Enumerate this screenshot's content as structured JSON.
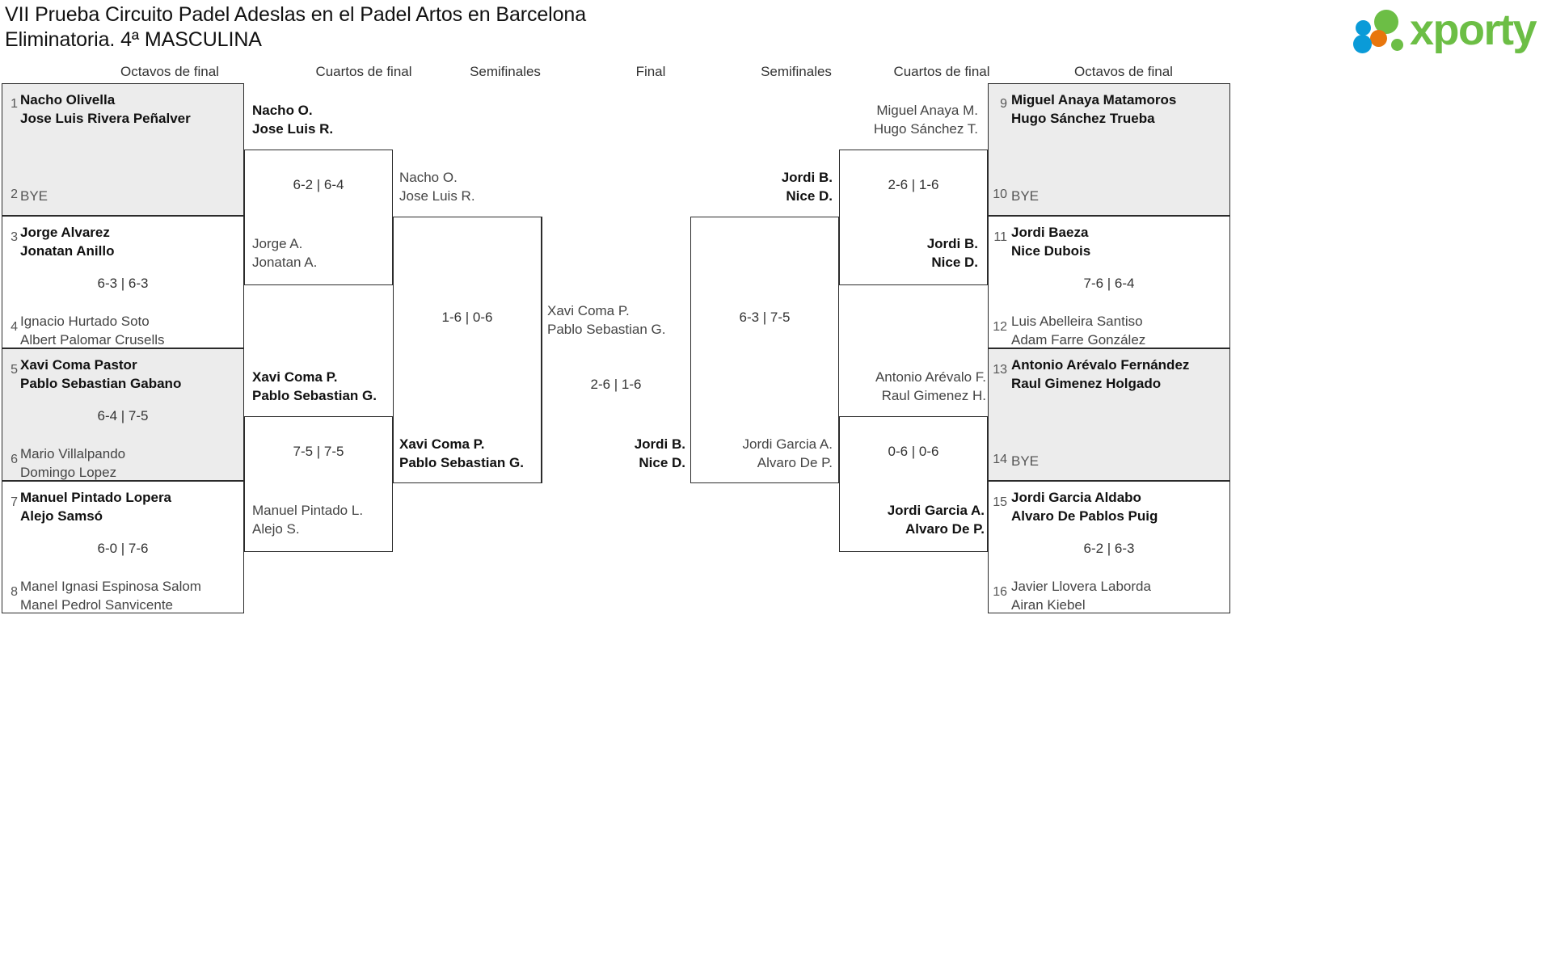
{
  "header": {
    "title_line1": "VII Prueba Circuito Padel Adeslas en el Padel Artos en Barcelona",
    "title_line2": "Eliminatoria. 4ª MASCULINA",
    "logo_text": "xporty",
    "logo_colors": {
      "green": "#6cbe45",
      "blue": "#0a9bd8",
      "orange": "#e8760d"
    }
  },
  "round_headers": {
    "l_octavos": "Octavos de final",
    "l_cuartos": "Cuartos de final",
    "l_semis": "Semifinales",
    "final": "Final",
    "r_semis": "Semifinales",
    "r_cuartos": "Cuartos de final",
    "r_octavos": "Octavos de final"
  },
  "bracket": {
    "left_octavos": [
      {
        "seed": "1",
        "p1": "Nacho Olivella",
        "p2": "Jose Luis Rivera Peñalver",
        "winner": true,
        "shaded": true
      },
      {
        "seed": "2",
        "p1": "BYE",
        "p2": "",
        "winner": false,
        "shaded": true
      },
      {
        "seed": "3",
        "p1": "Jorge Alvarez",
        "p2": "Jonatan Anillo",
        "winner": true,
        "shaded": false
      },
      {
        "seed": "4",
        "p1": "Ignacio Hurtado Soto",
        "p2": "Albert Palomar Crusells",
        "winner": false,
        "shaded": false
      },
      {
        "seed": "5",
        "p1": "Xavi Coma Pastor",
        "p2": "Pablo Sebastian Gabano",
        "winner": true,
        "shaded": true
      },
      {
        "seed": "6",
        "p1": "Mario Villalpando",
        "p2": "Domingo Lopez",
        "winner": false,
        "shaded": true
      },
      {
        "seed": "7",
        "p1": "Manuel Pintado Lopera",
        "p2": "Alejo Samsó",
        "winner": true,
        "shaded": false
      },
      {
        "seed": "8",
        "p1": "Manel Ignasi Espinosa Salom",
        "p2": "Manel Pedrol Sanvicente",
        "winner": false,
        "shaded": false
      }
    ],
    "right_octavos": [
      {
        "seed": "9",
        "p1": "Miguel Anaya Matamoros",
        "p2": "Hugo Sánchez Trueba",
        "winner": true,
        "shaded": true
      },
      {
        "seed": "10",
        "p1": "BYE",
        "p2": "",
        "winner": false,
        "shaded": true
      },
      {
        "seed": "11",
        "p1": "Jordi Baeza",
        "p2": "Nice Dubois",
        "winner": true,
        "shaded": false
      },
      {
        "seed": "12",
        "p1": "Luis Abelleira Santiso",
        "p2": "Adam Farre González",
        "winner": false,
        "shaded": false
      },
      {
        "seed": "13",
        "p1": "Antonio Arévalo Fernández",
        "p2": "Raul Gimenez Holgado",
        "winner": true,
        "shaded": true
      },
      {
        "seed": "14",
        "p1": "BYE",
        "p2": "",
        "winner": false,
        "shaded": true
      },
      {
        "seed": "15",
        "p1": "Jordi Garcia Aldabo",
        "p2": "Alvaro De Pablos Puig",
        "winner": true,
        "shaded": false
      },
      {
        "seed": "16",
        "p1": "Javier Llovera Laborda",
        "p2": "Airan Kiebel",
        "winner": false,
        "shaded": false
      }
    ],
    "left_octavos_scores": [
      "",
      "6-3 | 6-3",
      "6-4 | 7-5",
      "6-0 | 7-6"
    ],
    "right_octavos_scores": [
      "",
      "7-6 | 6-4",
      "",
      "6-2 | 6-3"
    ],
    "left_cuartos": [
      {
        "p1": "Nacho O.",
        "p2": "Jose Luis R.",
        "winner": true
      },
      {
        "p1": "Jorge A.",
        "p2": "Jonatan A.",
        "winner": false
      },
      {
        "p1": "Xavi Coma P.",
        "p2": "Pablo Sebastian G.",
        "winner": true
      },
      {
        "p1": "Manuel Pintado L.",
        "p2": "Alejo S.",
        "winner": false
      }
    ],
    "left_cuartos_scores": [
      "6-2 | 6-4",
      "7-5 | 7-5"
    ],
    "right_cuartos": [
      {
        "p1": "Miguel Anaya M.",
        "p2": "Hugo Sánchez T.",
        "winner": false
      },
      {
        "p1": "Jordi B.",
        "p2": "Nice D.",
        "winner": true
      },
      {
        "p1": "Antonio Arévalo F.",
        "p2": "Raul Gimenez H.",
        "winner": false
      },
      {
        "p1": "Jordi Garcia A.",
        "p2": "Alvaro De P.",
        "winner": true
      }
    ],
    "right_cuartos_scores": [
      "2-6 | 1-6",
      "0-6 | 0-6"
    ],
    "left_semis": [
      {
        "p1": "Nacho O.",
        "p2": "Jose Luis R.",
        "winner": false
      },
      {
        "p1": "Xavi Coma P.",
        "p2": "Pablo Sebastian G.",
        "winner": true
      }
    ],
    "left_semis_score": "1-6 | 0-6",
    "right_semis": [
      {
        "p1": "Jordi B.",
        "p2": "Nice D.",
        "winner": true
      },
      {
        "p1": "Jordi Garcia A.",
        "p2": "Alvaro De P.",
        "winner": false
      }
    ],
    "right_semis_score": "6-3 | 7-5",
    "final": {
      "left_side": {
        "p1": "Xavi Coma P.",
        "p2": "Pablo Sebastian G.",
        "winner": false
      },
      "right_side": {
        "p1": "Jordi B.",
        "p2": "Nice D.",
        "winner": true
      },
      "score": "2-6 | 1-6"
    }
  }
}
